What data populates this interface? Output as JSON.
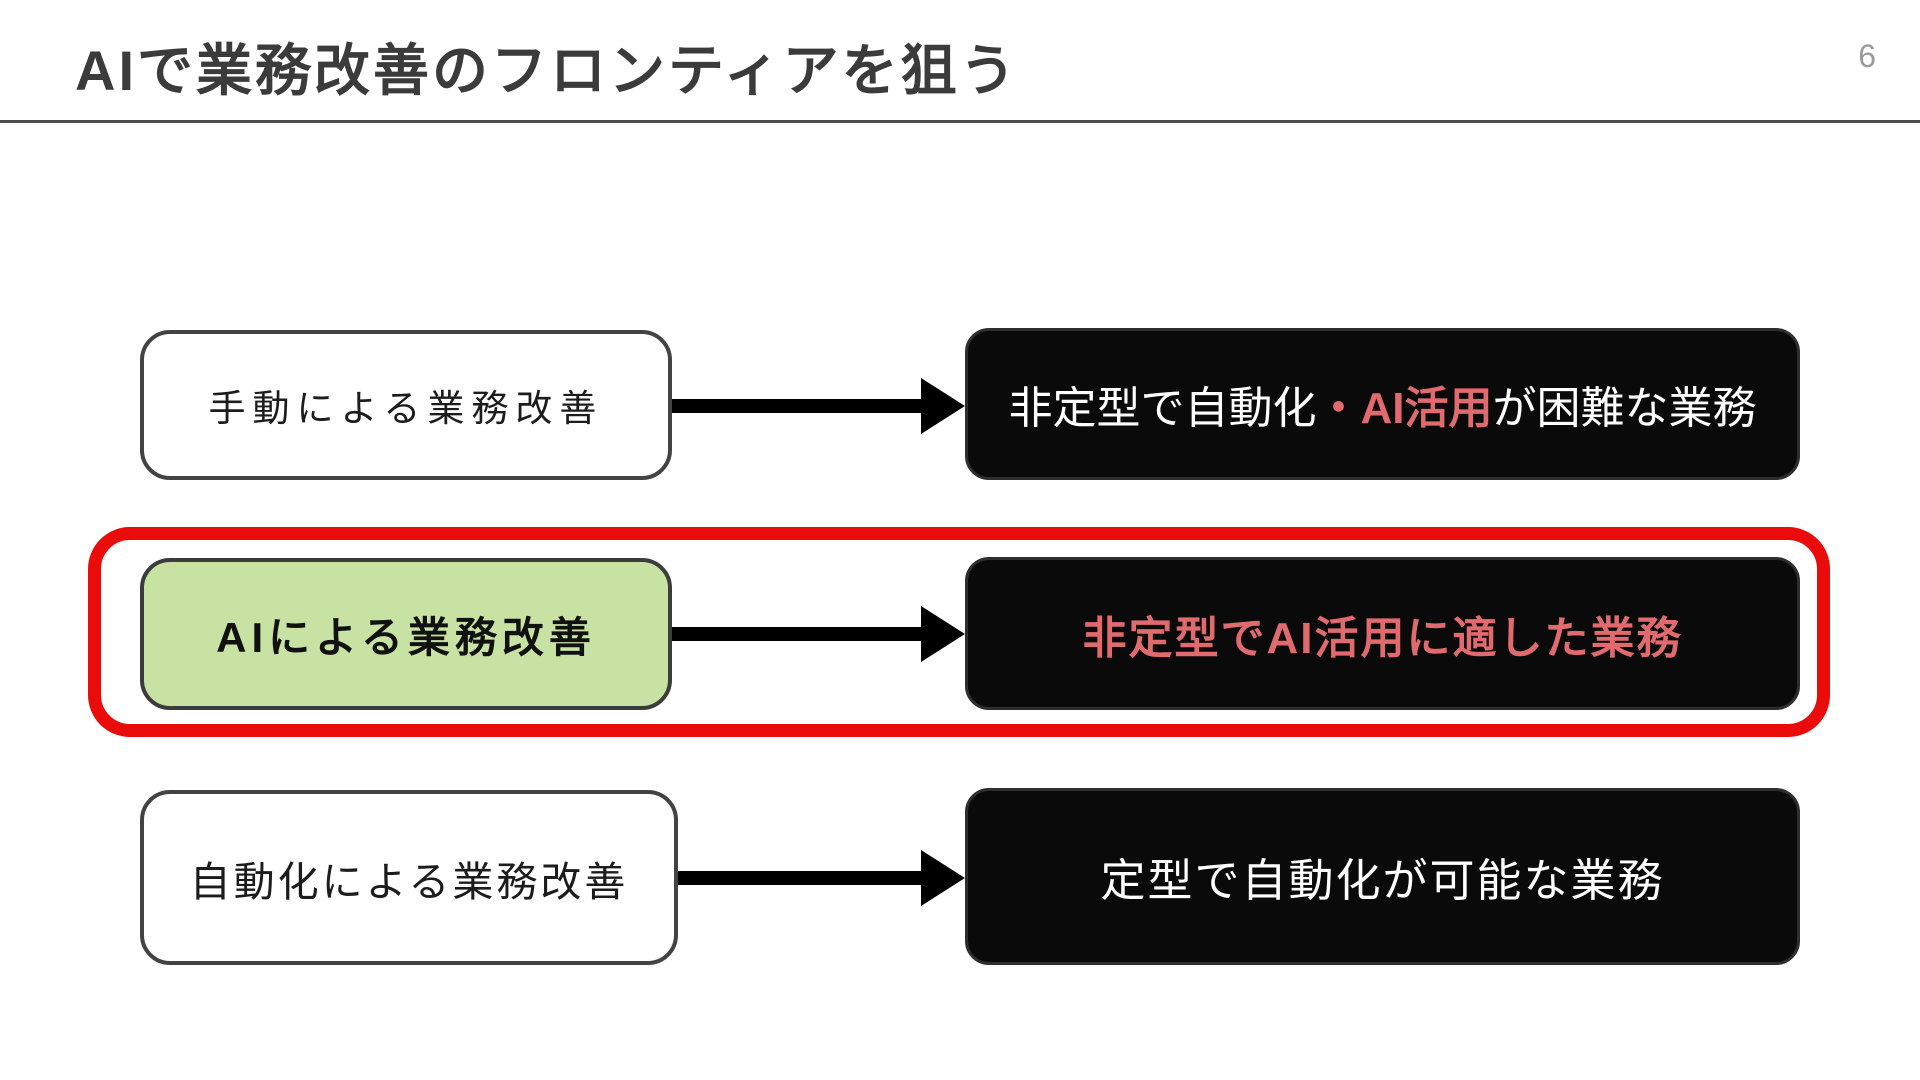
{
  "slide": {
    "title": "AIで業務改善のフロンティアを狙う",
    "page_number": "6"
  },
  "colors": {
    "title_text": "#3b3b3b",
    "page_number": "#9b9b9b",
    "header_rule": "#4d4d4d",
    "box_border": "#434343",
    "black_box_bg": "#0a0a0a",
    "green_box_bg": "#c8e2a4",
    "highlight_ring_red": "#ea0b0b",
    "accent_red_text": "#e06a6d",
    "white_text": "#ffffff",
    "arrow": "#000000"
  },
  "diagram": {
    "rows": [
      {
        "left_label": "手動による業務改善",
        "highlighted": false,
        "right_segments": [
          {
            "text": "非定型で自動化",
            "style": "white"
          },
          {
            "text": "・AI活用",
            "style": "red-bold"
          },
          {
            "text": "が困難な業務",
            "style": "white"
          }
        ]
      },
      {
        "left_label": "AIによる業務改善",
        "highlighted": true,
        "right_segments": [
          {
            "text": "非定型でAI活用に適した業務",
            "style": "red-bold"
          }
        ]
      },
      {
        "left_label": "自動化による業務改善",
        "highlighted": false,
        "right_segments": [
          {
            "text": "定型で自動化が可能な業務",
            "style": "white"
          }
        ]
      }
    ]
  }
}
